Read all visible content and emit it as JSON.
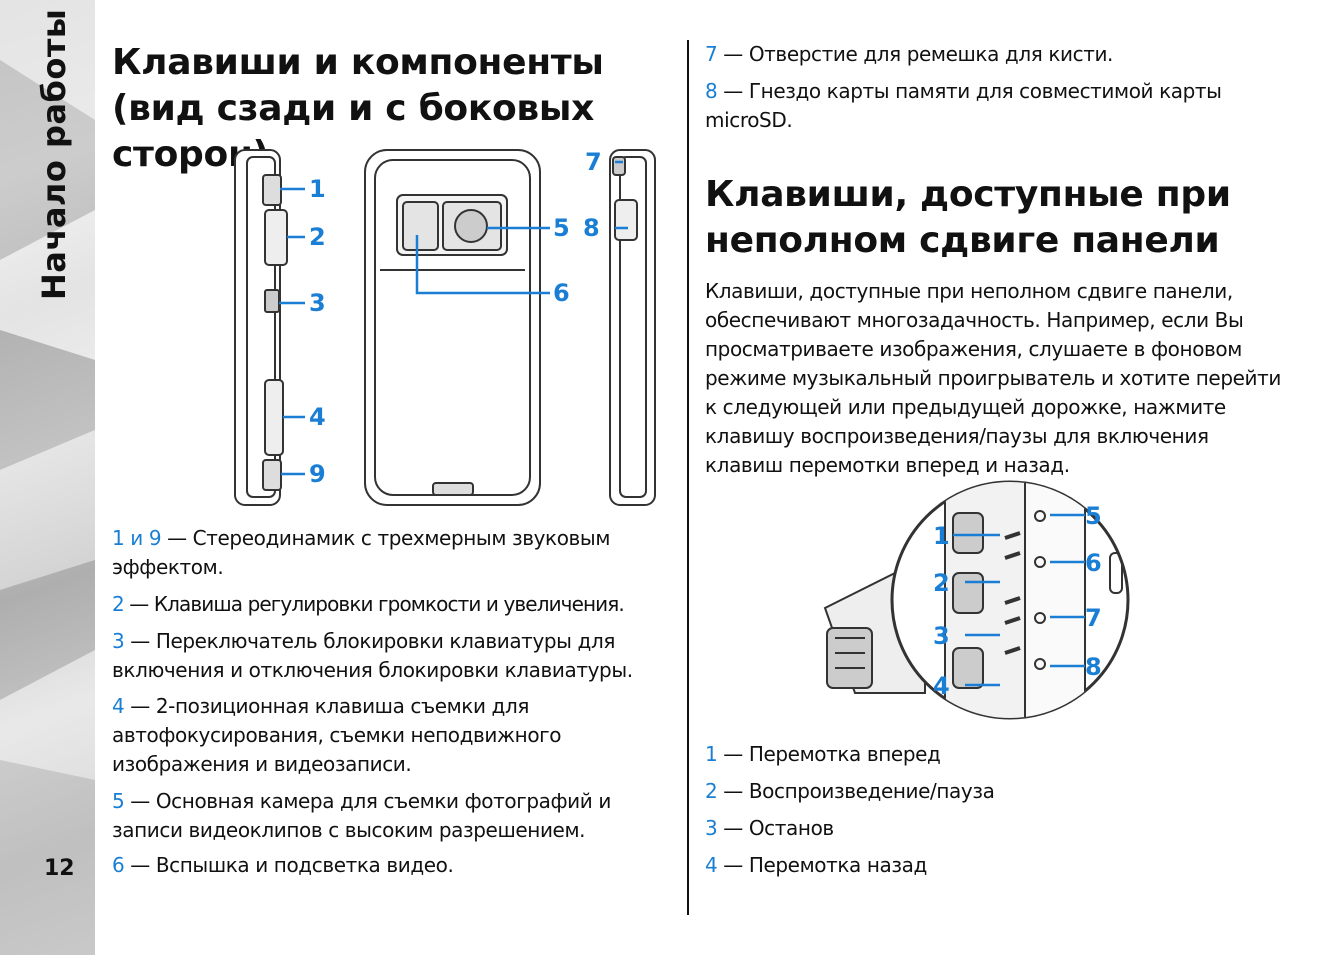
{
  "sidebar": {
    "section_label": "Начало работы",
    "page_number": "12"
  },
  "left": {
    "heading": "Клавиши и компоненты (вид сзади и с боковых сторон)",
    "figure_labels": [
      "1",
      "2",
      "3",
      "4",
      "9",
      "5",
      "6",
      "7",
      "8"
    ],
    "items": [
      {
        "num": "1 и 9",
        "text": " — Стереодинамик с трехмерным звуковым эффектом."
      },
      {
        "num": "2",
        "text": " — Клавиша регулировки громкости и увеличения."
      },
      {
        "num": "3",
        "text": " — Переключатель блокировки клавиатуры для включения и отключения блокировки клавиатуры."
      },
      {
        "num": "4",
        "text": " — 2-позиционная клавиша съемки для автофокусирования, съемки неподвижного изображения и видеозаписи."
      },
      {
        "num": "5",
        "text": " — Основная камера для съемки фотографий и записи видеоклипов с высоким разрешением."
      },
      {
        "num": "6",
        "text": " — Вспышка и подсветка видео."
      }
    ]
  },
  "right": {
    "items_top": [
      {
        "num": "7",
        "text": " — Отверстие для ремешка для кисти."
      },
      {
        "num": "8",
        "text": " — Гнездо карты памяти для совместимой карты microSD."
      }
    ],
    "heading": "Клавиши, доступные при неполном сдвиге панели",
    "paragraph": "Клавиши, доступные при неполном сдвиге панели, обеспечивают многозадачность. Например, если Вы просматриваете изображения, слушаете в фоновом режиме музыкальный проигрыватель и хотите перейти к следующей или предыдущей дорожке, нажмите клавишу воспроизведения/паузы для включения клавиш перемотки вперед и назад.",
    "figure_labels": [
      "1",
      "2",
      "3",
      "4",
      "5",
      "6",
      "7",
      "8"
    ],
    "items": [
      {
        "num": "1",
        "text": " — Перемотка вперед"
      },
      {
        "num": "2",
        "text": " — Воспроизведение/пауза"
      },
      {
        "num": "3",
        "text": " — Останов"
      },
      {
        "num": "4",
        "text": " — Перемотка назад"
      }
    ]
  },
  "colors": {
    "accent": "#1a7fd4",
    "text": "#111111",
    "band": "#c8c8c8"
  }
}
